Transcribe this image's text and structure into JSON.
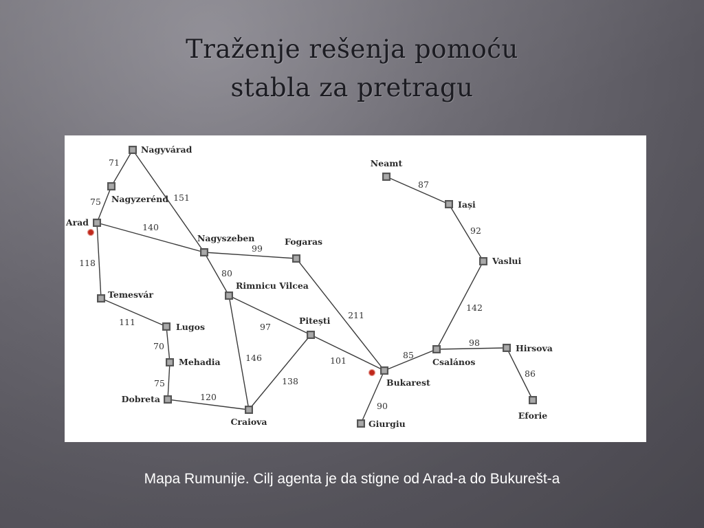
{
  "slide": {
    "title_line1": "Traženje rešenja pomoću",
    "title_line2": "stabla za pretragu",
    "caption": "Mapa Rumunije. Cilj agenta je da stigne od Arad-a do Bukurešt-a"
  },
  "map": {
    "cities": [
      {
        "id": "nagyvarad",
        "label": "Nagyvárad"
      },
      {
        "id": "nagyzerend",
        "label": "Nagyzerénd"
      },
      {
        "id": "arad",
        "label": "Arad",
        "marked": true
      },
      {
        "id": "temesvar",
        "label": "Temesvár"
      },
      {
        "id": "lugos",
        "label": "Lugos"
      },
      {
        "id": "mehadia",
        "label": "Mehadia"
      },
      {
        "id": "dobreta",
        "label": "Dobreta"
      },
      {
        "id": "craiova",
        "label": "Craiova"
      },
      {
        "id": "nagyszeben",
        "label": "Nagyszeben"
      },
      {
        "id": "rimnicu",
        "label": "Rimnicu Vilcea"
      },
      {
        "id": "fogaras",
        "label": "Fogaras"
      },
      {
        "id": "pitesti",
        "label": "Pitești"
      },
      {
        "id": "bukarest",
        "label": "Bukarest",
        "marked": true
      },
      {
        "id": "giurgiu",
        "label": "Giurgiu"
      },
      {
        "id": "csalanos",
        "label": "Csalános"
      },
      {
        "id": "hirsova",
        "label": "Hirsova"
      },
      {
        "id": "eforie",
        "label": "Eforie"
      },
      {
        "id": "vaslui",
        "label": "Vaslui"
      },
      {
        "id": "iasi",
        "label": "Iași"
      },
      {
        "id": "neamt",
        "label": "Neamt"
      }
    ],
    "roads": [
      {
        "from": "nagyvarad",
        "to": "nagyzerend",
        "distance": "71"
      },
      {
        "from": "nagyzerend",
        "to": "arad",
        "distance": "75"
      },
      {
        "from": "nagyvarad",
        "to": "nagyszeben",
        "distance": "151"
      },
      {
        "from": "arad",
        "to": "nagyszeben",
        "distance": "140"
      },
      {
        "from": "arad",
        "to": "temesvar",
        "distance": "118"
      },
      {
        "from": "temesvar",
        "to": "lugos",
        "distance": "111"
      },
      {
        "from": "lugos",
        "to": "mehadia",
        "distance": "70"
      },
      {
        "from": "mehadia",
        "to": "dobreta",
        "distance": "75"
      },
      {
        "from": "dobreta",
        "to": "craiova",
        "distance": "120"
      },
      {
        "from": "nagyszeben",
        "to": "fogaras",
        "distance": "99"
      },
      {
        "from": "nagyszeben",
        "to": "rimnicu",
        "distance": "80"
      },
      {
        "from": "rimnicu",
        "to": "pitesti",
        "distance": "97"
      },
      {
        "from": "rimnicu",
        "to": "craiova",
        "distance": "146"
      },
      {
        "from": "craiova",
        "to": "pitesti",
        "distance": "138"
      },
      {
        "from": "fogaras",
        "to": "bukarest",
        "distance": "211"
      },
      {
        "from": "pitesti",
        "to": "bukarest",
        "distance": "101"
      },
      {
        "from": "bukarest",
        "to": "giurgiu",
        "distance": "90"
      },
      {
        "from": "bukarest",
        "to": "csalanos",
        "distance": "85"
      },
      {
        "from": "csalanos",
        "to": "hirsova",
        "distance": "98"
      },
      {
        "from": "hirsova",
        "to": "eforie",
        "distance": "86"
      },
      {
        "from": "csalanos",
        "to": "vaslui",
        "distance": "142"
      },
      {
        "from": "vaslui",
        "to": "iasi",
        "distance": "92"
      },
      {
        "from": "iasi",
        "to": "neamt",
        "distance": "87"
      }
    ]
  },
  "colors": {
    "marker": "#c0281b",
    "node": "#a9a9a9",
    "road": "#3a3a3a"
  }
}
